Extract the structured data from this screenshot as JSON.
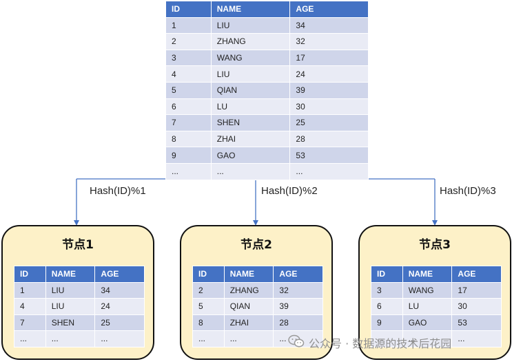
{
  "colors": {
    "header_bg": "#4472c4",
    "row_odd": "#cfd5ea",
    "row_even": "#e9ebf5",
    "node_bg": "#fdf1c8",
    "arrow": "#4472c4"
  },
  "main_table": {
    "headers": [
      "ID",
      "NAME",
      "AGE"
    ],
    "rows": [
      [
        "1",
        "LIU",
        "34"
      ],
      [
        "2",
        "ZHANG",
        "32"
      ],
      [
        "3",
        "WANG",
        "17"
      ],
      [
        "4",
        "LIU",
        "24"
      ],
      [
        "5",
        "QIAN",
        "39"
      ],
      [
        "6",
        "LU",
        "30"
      ],
      [
        "7",
        "SHEN",
        "25"
      ],
      [
        "8",
        "ZHAI",
        "28"
      ],
      [
        "9",
        "GAO",
        "53"
      ],
      [
        "...",
        "...",
        "..."
      ]
    ]
  },
  "hash_labels": [
    "Hash(ID)%1",
    "Hash(ID)%2",
    "Hash(ID)%3"
  ],
  "nodes": [
    {
      "title": "节点1",
      "headers": [
        "ID",
        "NAME",
        "AGE"
      ],
      "rows": [
        [
          "1",
          "LIU",
          "34"
        ],
        [
          "4",
          "LIU",
          "24"
        ],
        [
          "7",
          "SHEN",
          "25"
        ],
        [
          "...",
          "...",
          "..."
        ]
      ]
    },
    {
      "title": "节点2",
      "headers": [
        "ID",
        "NAME",
        "AGE"
      ],
      "rows": [
        [
          "2",
          "ZHANG",
          "32"
        ],
        [
          "5",
          "QIAN",
          "39"
        ],
        [
          "8",
          "ZHAI",
          "28"
        ],
        [
          "...",
          "...",
          "..."
        ]
      ]
    },
    {
      "title": "节点3",
      "headers": [
        "ID",
        "NAME",
        "AGE"
      ],
      "rows": [
        [
          "3",
          "WANG",
          "17"
        ],
        [
          "6",
          "LU",
          "30"
        ],
        [
          "9",
          "GAO",
          "53"
        ],
        [
          "...",
          "...",
          "..."
        ]
      ]
    }
  ],
  "watermark": {
    "icon": "wechat-icon",
    "text": "公众号 · 数据源的技术后花园"
  }
}
